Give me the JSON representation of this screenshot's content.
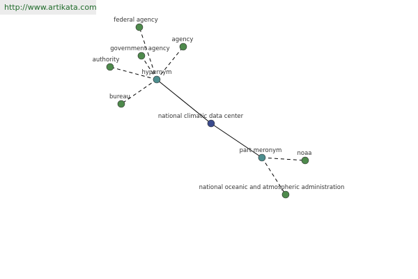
{
  "watermark": "http://www.artikata.com",
  "colors": {
    "leaf": "#4e8a4c",
    "relation": "#4d8e8e",
    "center": "#3a4a8c"
  },
  "nodes": [
    {
      "id": "center",
      "label": "national climatic data center",
      "kind": "center"
    },
    {
      "id": "hypernym",
      "label": "hypernym",
      "kind": "relation"
    },
    {
      "id": "part-meronym",
      "label": "part meronym",
      "kind": "relation"
    },
    {
      "id": "federal-agency",
      "label": "federal agency",
      "kind": "leaf"
    },
    {
      "id": "government-agency",
      "label": "government agency",
      "kind": "leaf"
    },
    {
      "id": "agency",
      "label": "agency",
      "kind": "leaf"
    },
    {
      "id": "authority",
      "label": "authority",
      "kind": "leaf"
    },
    {
      "id": "bureau",
      "label": "bureau",
      "kind": "leaf"
    },
    {
      "id": "noaa",
      "label": "noaa",
      "kind": "leaf"
    },
    {
      "id": "noaa-full",
      "label": "national oceanic and atmospheric administration",
      "kind": "leaf"
    }
  ],
  "edges": [
    {
      "from": "center",
      "to": "hypernym",
      "style": "solid"
    },
    {
      "from": "center",
      "to": "part-meronym",
      "style": "solid"
    },
    {
      "from": "hypernym",
      "to": "federal-agency",
      "style": "dashed"
    },
    {
      "from": "hypernym",
      "to": "government-agency",
      "style": "dashed"
    },
    {
      "from": "hypernym",
      "to": "agency",
      "style": "dashed"
    },
    {
      "from": "hypernym",
      "to": "authority",
      "style": "dashed"
    },
    {
      "from": "hypernym",
      "to": "bureau",
      "style": "dashed"
    },
    {
      "from": "part-meronym",
      "to": "noaa",
      "style": "dashed"
    },
    {
      "from": "part-meronym",
      "to": "noaa-full",
      "style": "dashed"
    }
  ]
}
